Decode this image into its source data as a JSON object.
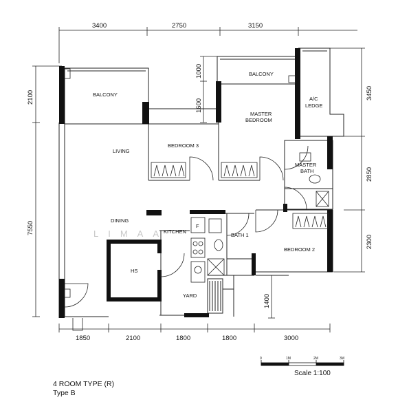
{
  "rooms": {
    "balcony_left": "BALCONY",
    "balcony_top": "BALCONY",
    "ac_ledge_1": "A/C",
    "ac_ledge_2": "LEDGE",
    "master_bedroom_1": "MASTER",
    "master_bedroom_2": "BEDROOM",
    "bedroom3": "BEDROOM 3",
    "living": "LIVING",
    "master_bath_1": "MASTER",
    "master_bath_2": "BATH",
    "dining": "DINING",
    "kitchen": "KITCHEN",
    "bath1": "BATH 1",
    "bedroom2": "BEDROOM 2",
    "hs": "HS",
    "yard": "YARD",
    "fridge": "F"
  },
  "dimensions": {
    "top": [
      "3400",
      "2750",
      "3150"
    ],
    "bottom": [
      "1850",
      "2100",
      "1800",
      "1800",
      "3000"
    ],
    "left": [
      "2100",
      "7550"
    ],
    "right": [
      "3450",
      "2850",
      "2300"
    ],
    "inner_1000": "1000",
    "inner_1600": "1600",
    "inner_1400": "1400"
  },
  "scale": {
    "ticks": [
      "0",
      "1M",
      "2M",
      "3M"
    ],
    "label": "Scale 1:100"
  },
  "watermark": "LIMAA",
  "footer": {
    "line1": "4 ROOM TYPE (R)",
    "line2": "Type B"
  }
}
